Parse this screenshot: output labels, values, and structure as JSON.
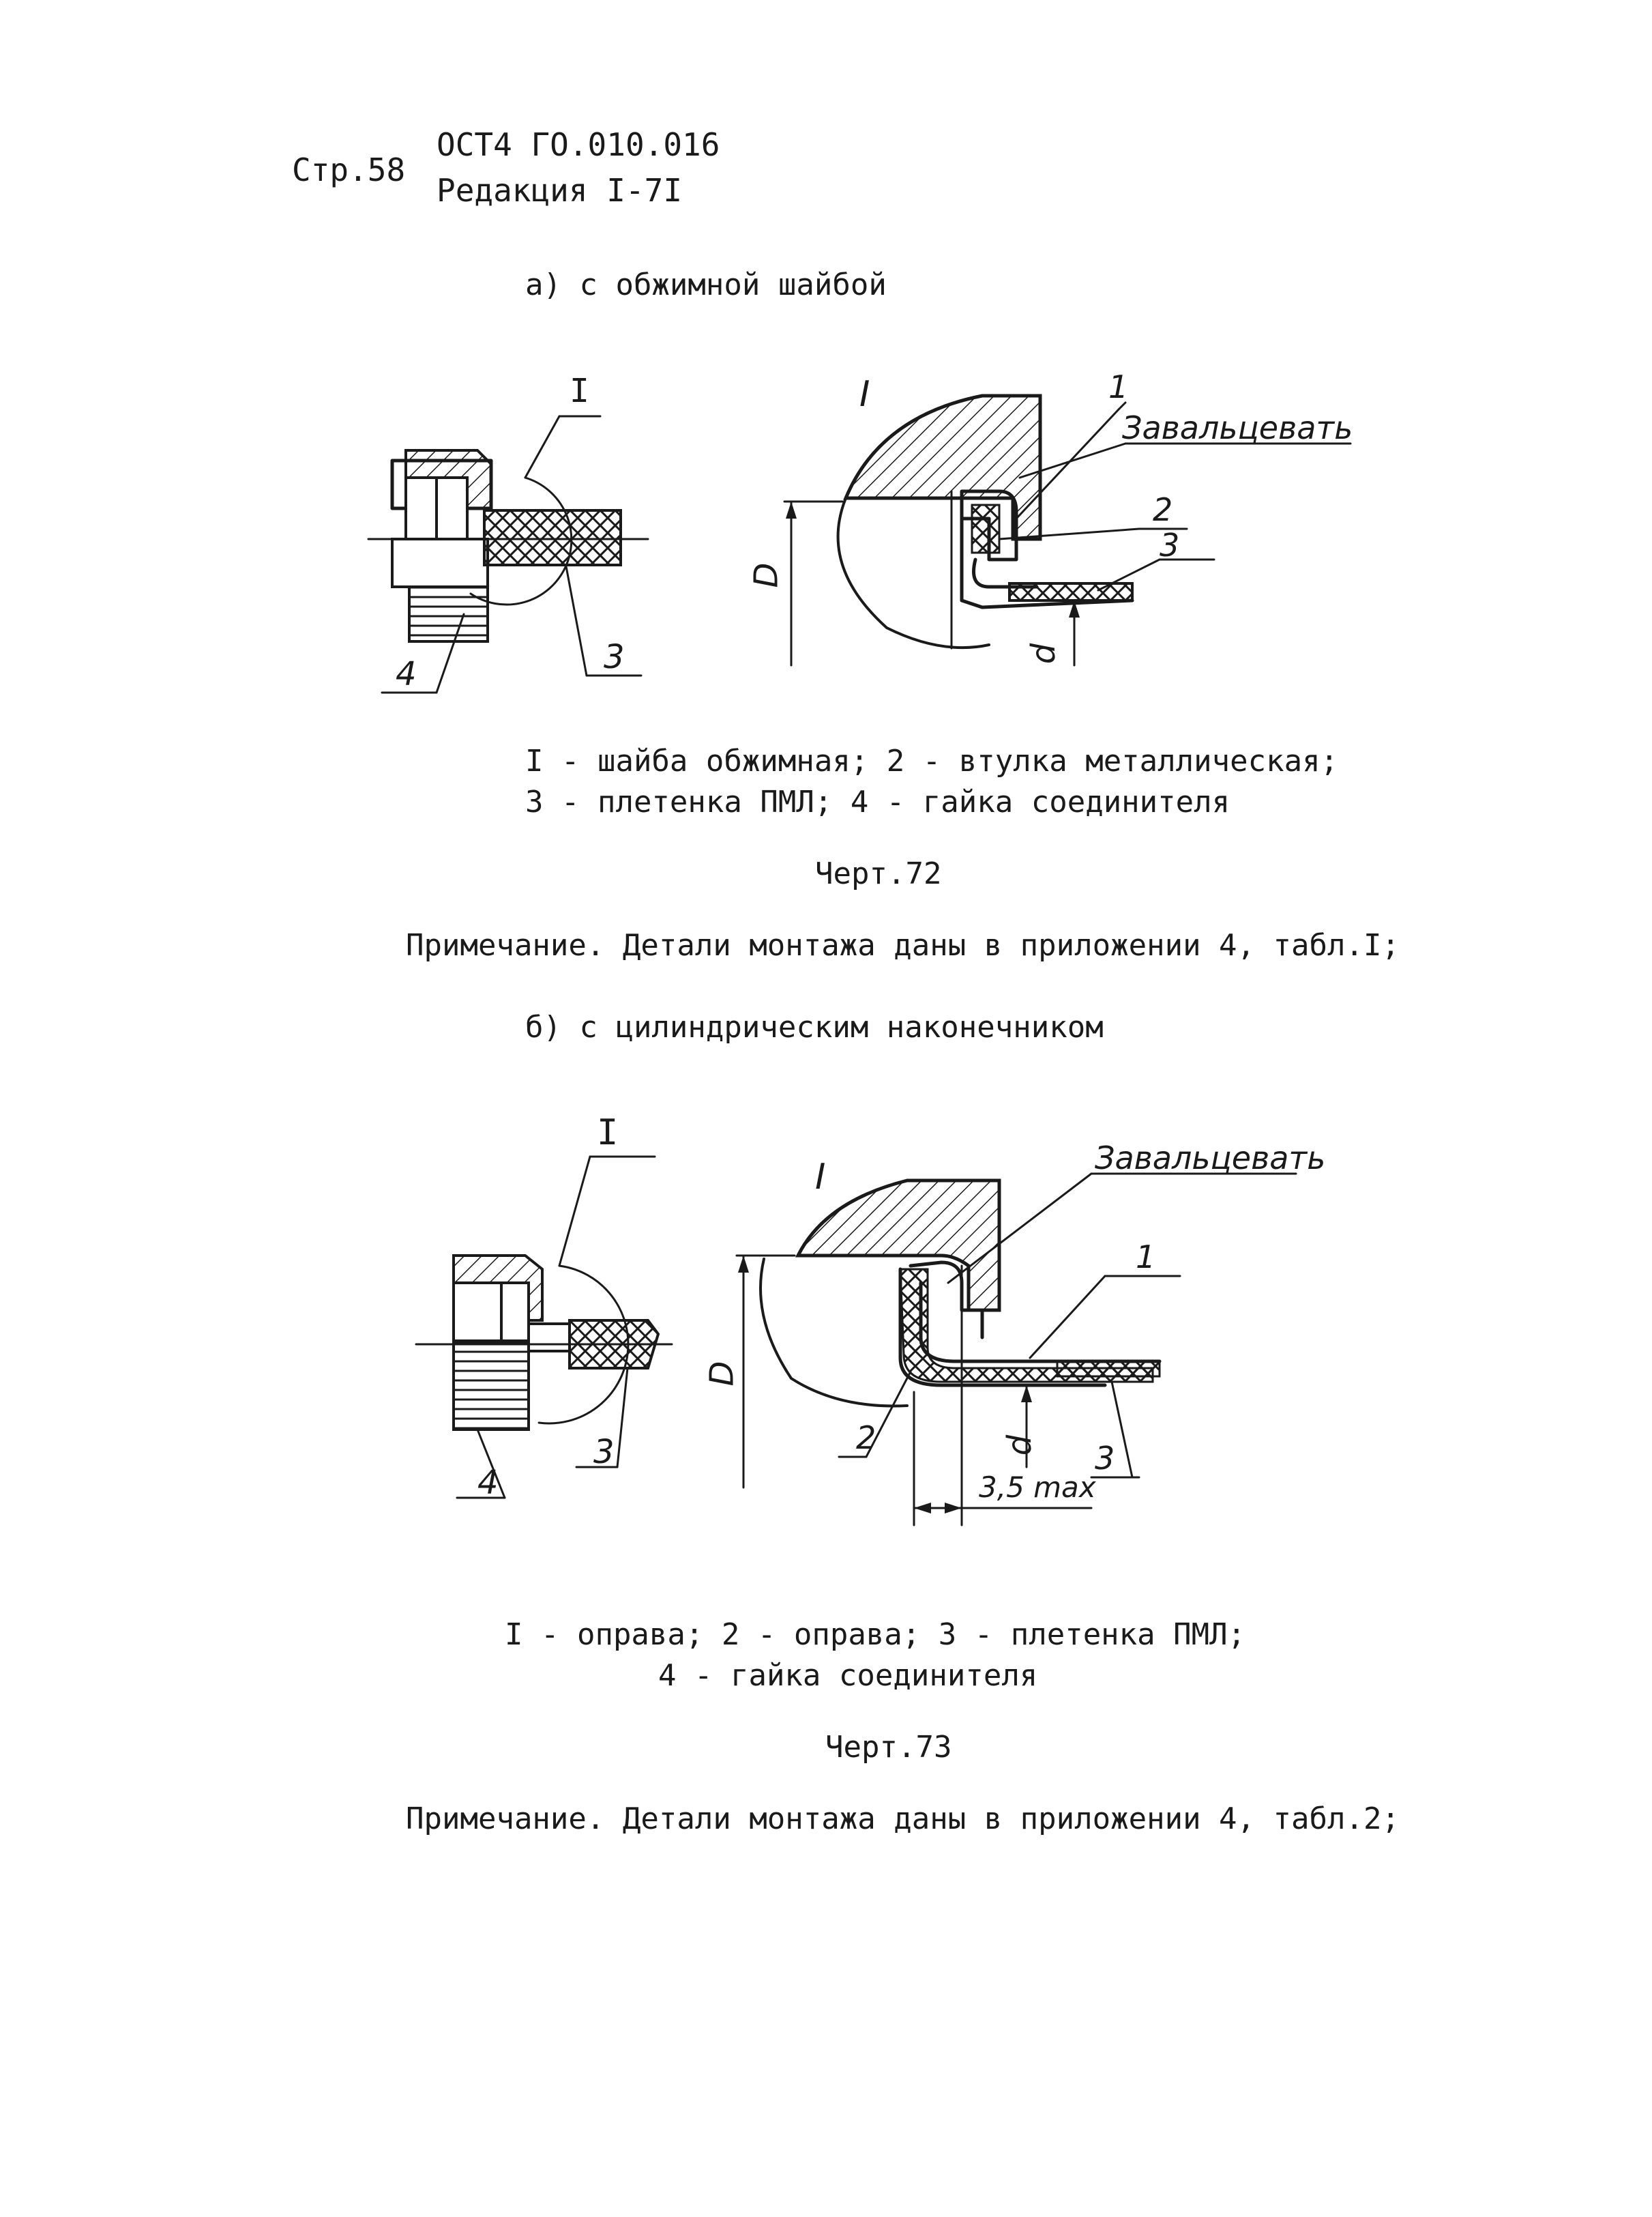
{
  "header": {
    "page": "Стр.58",
    "standard": "ОСТ4 ГО.010.016",
    "revision": "Редакция I-7I"
  },
  "section_a": {
    "heading": "а) с обжимной шайбой",
    "callouts": {
      "view": "I",
      "detail_view": "I",
      "n1": "1",
      "n2": "2",
      "n3": "3",
      "n3_left": "3",
      "n4": "4",
      "note_word": "Завальцевать",
      "dim_D": "D",
      "dim_d": "d"
    },
    "legend_line1": "I - шайба обжимная; 2 - втулка металлическая;",
    "legend_line2": "3 - плетенка ПМЛ; 4 - гайка соединителя",
    "caption": "Черт.72",
    "note": "Примечание. Детали монтажа даны в приложении 4, табл.I;"
  },
  "section_b": {
    "heading": "б) с цилиндрическим наконечником",
    "callouts": {
      "view": "I",
      "detail_view": "I",
      "n1": "1",
      "n2": "2",
      "n3": "3",
      "n3_left": "3",
      "n4": "4",
      "note_word": "Завальцевать",
      "dim_D": "D",
      "dim_d": "d",
      "dim_len": "3,5 max"
    },
    "legend_line1": "I - оправа; 2 - оправа; 3 - плетенка ПМЛ;",
    "legend_line2": "4 - гайка соединителя",
    "caption": "Черт.73",
    "note": "Примечание. Детали монтажа даны в приложении 4, табл.2;"
  }
}
